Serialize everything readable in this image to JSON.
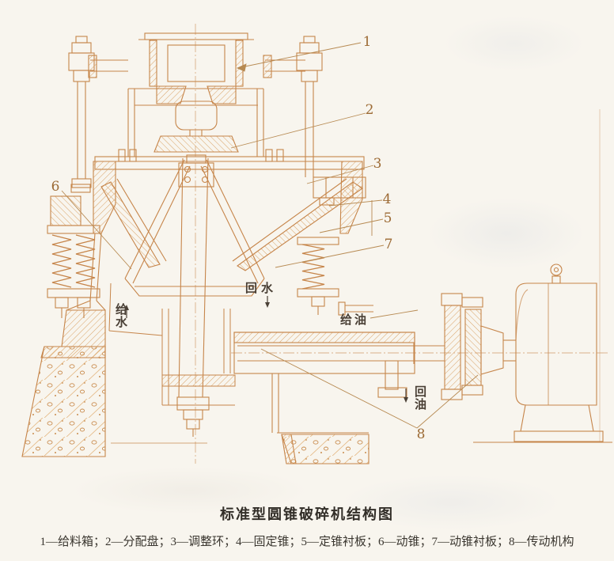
{
  "figure": {
    "title": "标准型圆锥破碎机结构图",
    "legend": "1—给料箱；2—分配盘；3—调整环；4—固定锥；5—定锥衬板；6—动锥；7—动锥衬板；8—传动机构",
    "legend_items": [
      {
        "num": "1",
        "name": "给料箱"
      },
      {
        "num": "2",
        "name": "分配盘"
      },
      {
        "num": "3",
        "name": "调整环"
      },
      {
        "num": "4",
        "name": "固定锥"
      },
      {
        "num": "5",
        "name": "定锥衬板"
      },
      {
        "num": "6",
        "name": "动锥"
      },
      {
        "num": "7",
        "name": "动锥衬板"
      },
      {
        "num": "8",
        "name": "传动机构"
      }
    ],
    "part_numbers": [
      "1",
      "2",
      "3",
      "4",
      "5",
      "6",
      "7",
      "8"
    ],
    "annotations": {
      "water_return": "回水",
      "water_feed": "给水",
      "oil_feed": "给油",
      "oil_return": "回油"
    },
    "colors": {
      "paper": "#f8f5ee",
      "line": "#c6854a",
      "line_dark": "#ad6c33",
      "hatch": "#d9a265",
      "caption_text": "#322e28",
      "number_text": "#9c6a34",
      "annotation_text": "#4a4036"
    }
  }
}
